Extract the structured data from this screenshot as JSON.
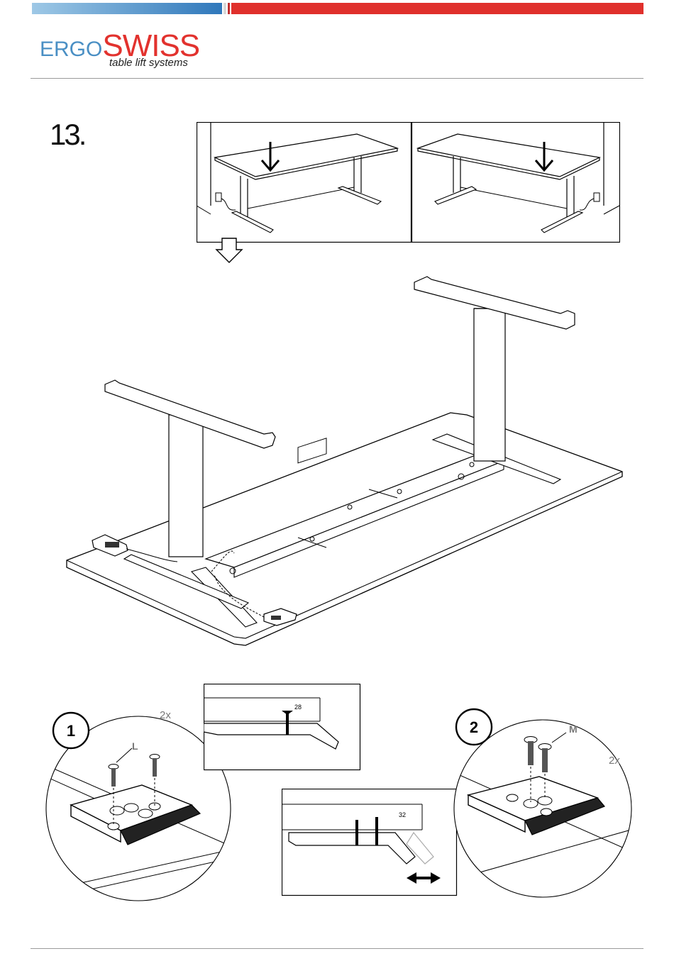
{
  "brand": {
    "name_prefix": "ERGO",
    "name_main": "SWISS",
    "tagline": "table lift systems",
    "colors": {
      "blue": "#4a8fc4",
      "red": "#e2322e"
    }
  },
  "step": {
    "number": "13."
  },
  "details": {
    "detail1": {
      "badge": "1",
      "quantity": "2x",
      "screw_label": "L"
    },
    "detail2": {
      "badge": "2",
      "quantity": "2x",
      "screw_label": "M"
    },
    "inset_top": {
      "measure": "28"
    },
    "inset_bottom": {
      "measure": "32"
    }
  },
  "icons": {
    "down_arrow": "arrow-down-icon",
    "outline_arrow": "outline-down-arrow-icon",
    "double_arrow": "double-arrow-icon"
  }
}
